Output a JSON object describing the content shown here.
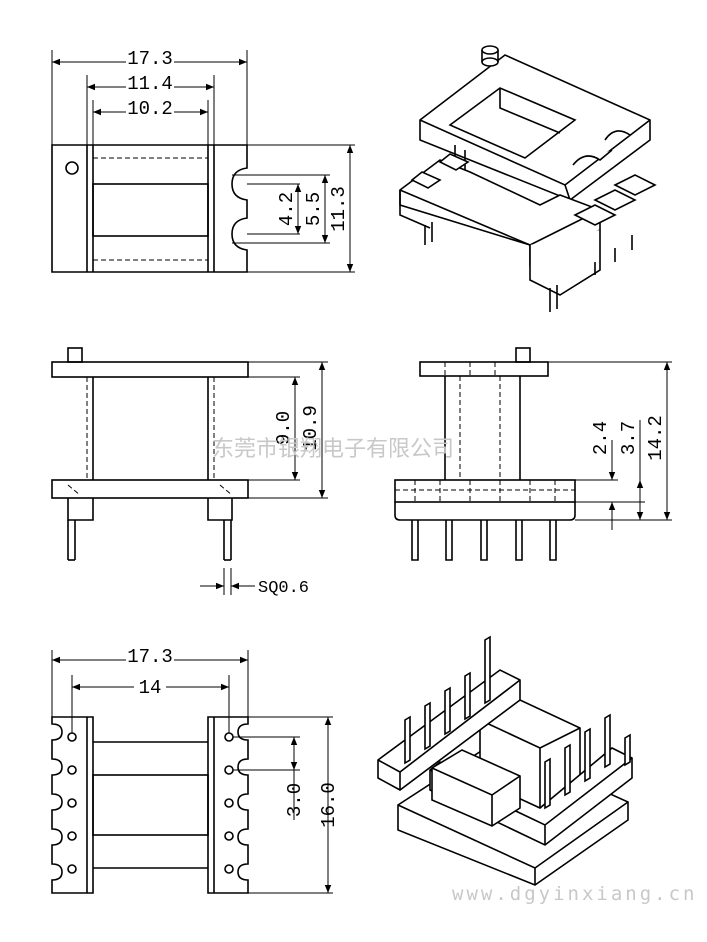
{
  "watermark": {
    "company": "东莞市银翔电子有限公司",
    "website": "www.dgyinxiang.cn"
  },
  "top_view": {
    "overall_width": "17.3",
    "flange_spacing": "11.4",
    "winding_width": "10.2",
    "slot_inner": "4.2",
    "slot_outer": "5.5",
    "overall_depth": "11.3"
  },
  "front_view": {
    "window_height": "9.0",
    "flange_to_flange": "10.9",
    "pin_size": "SQ0.6"
  },
  "side_view": {
    "base_height": "2.4",
    "base_total": "3.7",
    "overall_height": "14.2"
  },
  "bottom_view": {
    "overall_width": "17.3",
    "pin_row_spacing": "14",
    "pin_pitch": "3.0",
    "overall_length": "16.0"
  }
}
